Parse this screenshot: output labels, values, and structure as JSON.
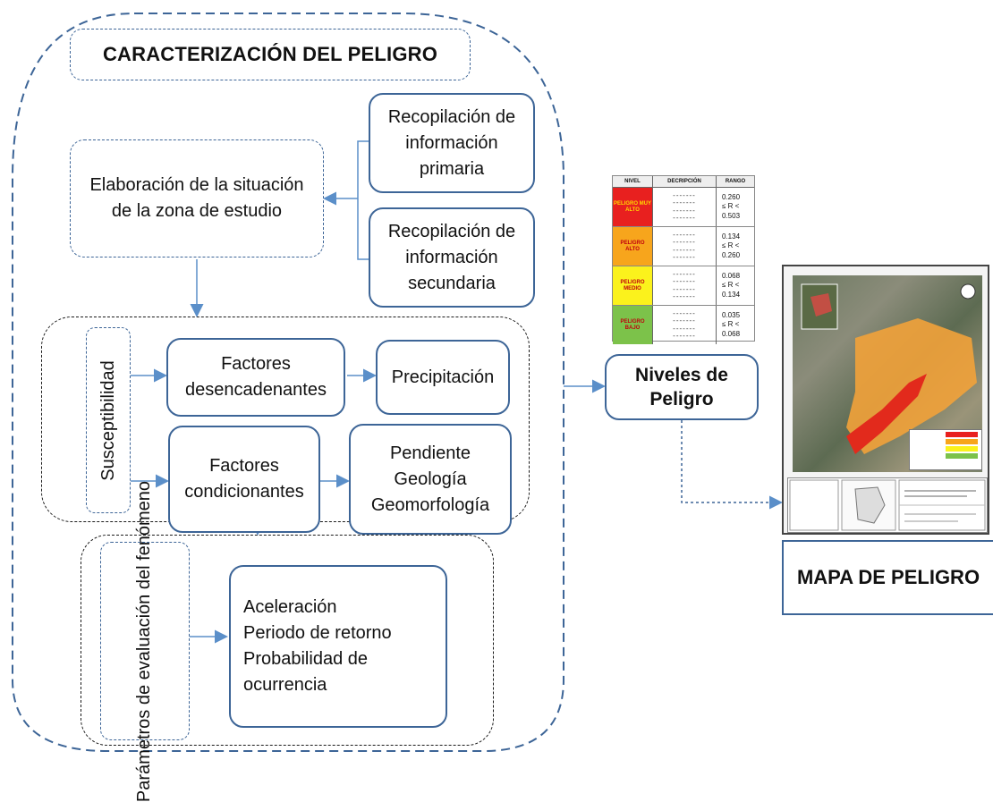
{
  "title": "CARACTERIZACIÓN DEL PELIGRO",
  "elaboracion": "Elaboración de la situación\nde la zona de estudio",
  "recop_primaria": "Recopilación de\ninformación\nprimaria",
  "recop_secundaria": "Recopilación de\ninformación\nsecundaria",
  "susceptibilidad": "Susceptibilidad",
  "factores_desencadenantes": "Factores\ndesencadenantes",
  "precipitacion": "Precipitación",
  "factores_condicionantes": "Factores\ncondicionantes",
  "pendiente_geologia": "Pendiente\nGeología\nGeomorfología",
  "parametros": "Parámetros   de\nevaluación del\nfenómeno",
  "aceleracion": "Aceleración\nPeriodo de retorno\nProbabilidad de\nocurrencia",
  "niveles": "Niveles de\nPeligro",
  "mapa": "MAPA DE  PELIGRO",
  "legend": {
    "headers": [
      "NIVEL",
      "DECRIPCIÓN",
      "RANGO"
    ],
    "rows": [
      {
        "level": "PELIGRO MUY ALTO",
        "color": "#e8201f",
        "text_color": "#ffd800",
        "range": "0.260\n≤ R <\n0.503"
      },
      {
        "level": "PELIGRO ALTO",
        "color": "#f7a51c",
        "text_color": "#c0000e",
        "range": "0.134\n≤ R <\n0.260"
      },
      {
        "level": "PELIGRO MEDIO",
        "color": "#fbf21c",
        "text_color": "#c0000e",
        "range": "0.068\n≤ R <\n0.134"
      },
      {
        "level": "PELIGRO BAJO",
        "color": "#7cc24a",
        "text_color": "#c0000e",
        "range": "0.035\n≤ R <\n0.068"
      }
    ]
  },
  "colors": {
    "border_blue": "#3d6597",
    "arrow_blue": "#5b8fc9"
  }
}
